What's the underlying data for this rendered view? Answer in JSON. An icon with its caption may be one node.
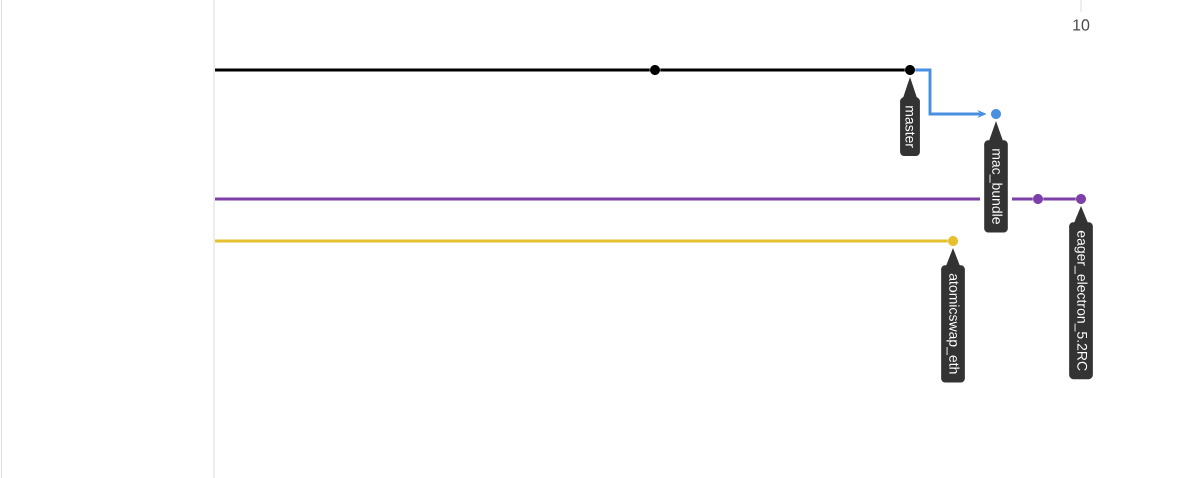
{
  "diagram": {
    "nodes": [
      {
        "text": [],
        "shape": "circle"
      },
      {
        "text": [],
        "shape": "circle"
      },
      {
        "text": [],
        "shape": "circle"
      },
      {
        "text": [],
        "shape": "circle"
      },
      {
        "text": [],
        "shape": "circle"
      },
      {
        "text": [],
        "shape": "circle"
      },
      {
        "text": [
          "master"
        ]
      },
      {
        "text": [
          "mac_bundle"
        ]
      },
      {
        "text": [
          "atomicswap_eth"
        ]
      },
      {
        "text": [
          "eager_electron_5.2RC"
        ]
      }
    ],
    "edges": [
      {
        "from": null,
        "to": 0,
        "arrow": "none"
      },
      {
        "from": 0,
        "to": 1,
        "arrow": "none"
      },
      {
        "from": 1,
        "to": 2,
        "arrow": "to",
        "color": "#4a90e2"
      },
      {
        "from": null,
        "to": 3,
        "arrow": "none",
        "color": "#7d3fa8"
      },
      {
        "from": 3,
        "to": 4,
        "arrow": "none",
        "color": "#7d3fa8"
      },
      {
        "from": null,
        "to": 5,
        "arrow": "none",
        "color": "#e6c02e"
      }
    ],
    "labels": [
      "10"
    ]
  }
}
